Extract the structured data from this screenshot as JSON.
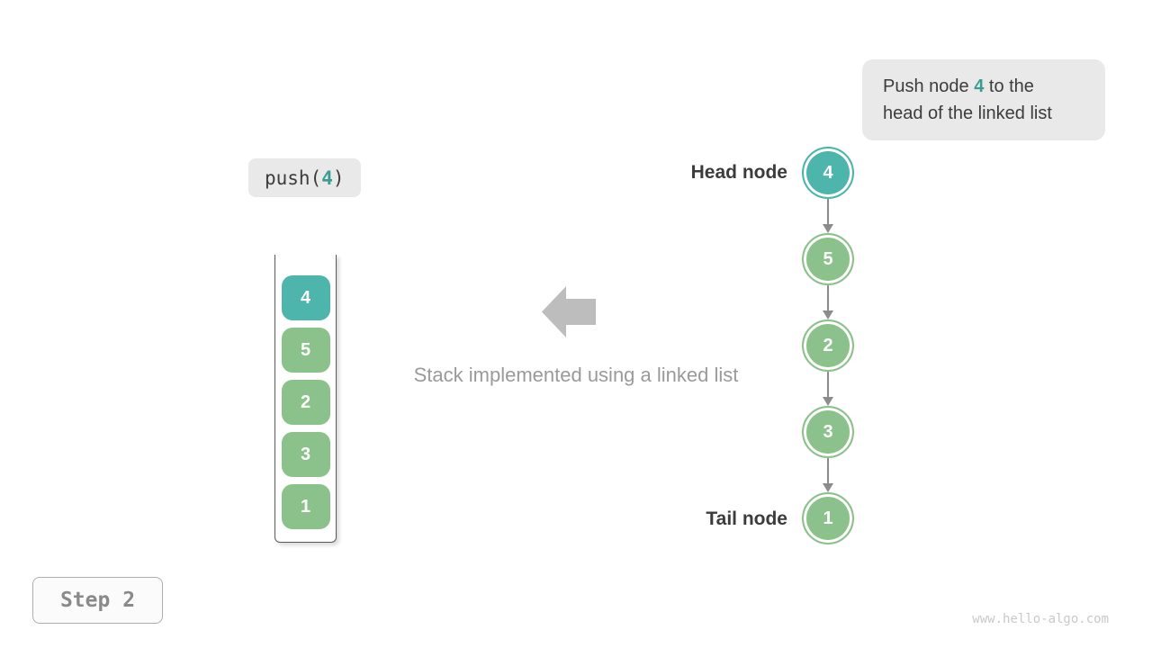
{
  "callout": {
    "prefix": "Push node ",
    "highlight": "4",
    "suffix": " to the head of the linked list"
  },
  "code_label": {
    "fn": "push(",
    "arg": "4",
    "close": ")"
  },
  "stack": {
    "items": [
      {
        "value": "4",
        "highlight": true
      },
      {
        "value": "5",
        "highlight": false
      },
      {
        "value": "2",
        "highlight": false
      },
      {
        "value": "3",
        "highlight": false
      },
      {
        "value": "1",
        "highlight": false
      }
    ]
  },
  "linked_list": {
    "head_label": "Head node",
    "tail_label": "Tail node",
    "nodes": [
      {
        "value": "4",
        "highlight": true
      },
      {
        "value": "5",
        "highlight": false
      },
      {
        "value": "2",
        "highlight": false
      },
      {
        "value": "3",
        "highlight": false
      },
      {
        "value": "1",
        "highlight": false
      }
    ]
  },
  "caption": "Stack implemented using a linked list",
  "step_badge": "Step 2",
  "watermark": "www.hello-algo.com",
  "icons": {
    "block_arrow_left": "left-block-arrow",
    "node_arrow": "arrow-down"
  },
  "colors": {
    "highlight": "#4DB5AC",
    "node": "#8BC28B",
    "accent_text": "#3D9C92",
    "arrow": "#BDBDBD",
    "connector": "#8C8C8C"
  }
}
